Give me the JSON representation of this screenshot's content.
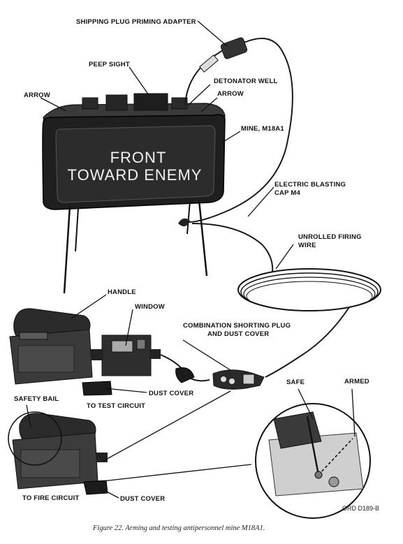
{
  "labels": {
    "shipping_plug": "SHIPPING PLUG PRIMING ADAPTER",
    "peep_sight": "PEEP SIGHT",
    "detonator_well": "DETONATOR WELL",
    "arrow_left": "ARROW",
    "arrow_right": "ARROW",
    "mine": "MINE, M18A1",
    "blasting_cap_1": "ELECTRIC BLASTING",
    "blasting_cap_2": "CAP M4",
    "firing_wire_1": "UNROLLED FIRING",
    "firing_wire_2": "WIRE",
    "handle": "HANDLE",
    "window": "WINDOW",
    "shorting_plug_1": "COMBINATION SHORTING PLUG",
    "shorting_plug_2": "AND DUST COVER",
    "dust_cover_upper": "DUST COVER",
    "to_test_circuit": "TO TEST CIRCUIT",
    "safety_bail": "SAFETY BAIL",
    "safe": "SAFE",
    "armed": "ARMED",
    "to_fire_circuit": "TO FIRE CIRCUIT",
    "dust_cover_lower": "DUST COVER"
  },
  "mine_face": {
    "line1": "FRONT",
    "line2": "TOWARD ENEMY"
  },
  "figure_code": "ORD D189-B",
  "caption": "Figure 22.  Arming and testing antipersonnel mine M18A1."
}
